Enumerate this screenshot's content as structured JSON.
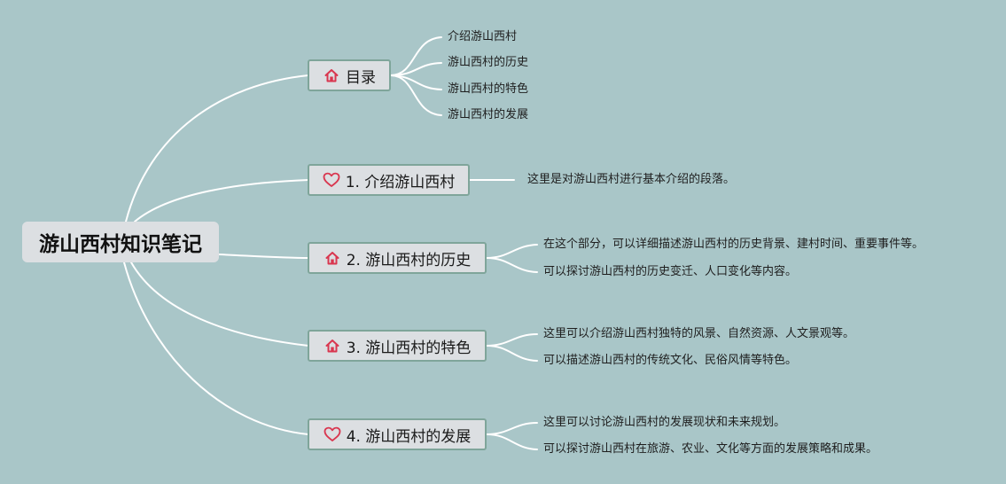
{
  "colors": {
    "background": "#a9c6c8",
    "node_fill": "#dcdfe2",
    "node_border": "#7fa59a",
    "connector": "#ffffff",
    "icon_red": "#d9364f"
  },
  "root": {
    "label": "游山西村知识笔记"
  },
  "branches": [
    {
      "label": "目录",
      "icon": "home-icon",
      "children": [
        "介绍游山西村",
        "游山西村的历史",
        "游山西村的特色",
        "游山西村的发展"
      ]
    },
    {
      "label": "1. 介绍游山西村",
      "icon": "heart-icon",
      "children": [
        "这里是对游山西村进行基本介绍的段落。"
      ]
    },
    {
      "label": "2. 游山西村的历史",
      "icon": "home-icon",
      "children": [
        "在这个部分，可以详细描述游山西村的历史背景、建村时间、重要事件等。",
        "可以探讨游山西村的历史变迁、人口变化等内容。"
      ]
    },
    {
      "label": "3. 游山西村的特色",
      "icon": "home-icon",
      "children": [
        "这里可以介绍游山西村独特的风景、自然资源、人文景观等。",
        "可以描述游山西村的传统文化、民俗风情等特色。"
      ]
    },
    {
      "label": "4. 游山西村的发展",
      "icon": "heart-icon",
      "children": [
        "这里可以讨论游山西村的发展现状和未来规划。",
        "可以探讨游山西村在旅游、农业、文化等方面的发展策略和成果。"
      ]
    }
  ]
}
